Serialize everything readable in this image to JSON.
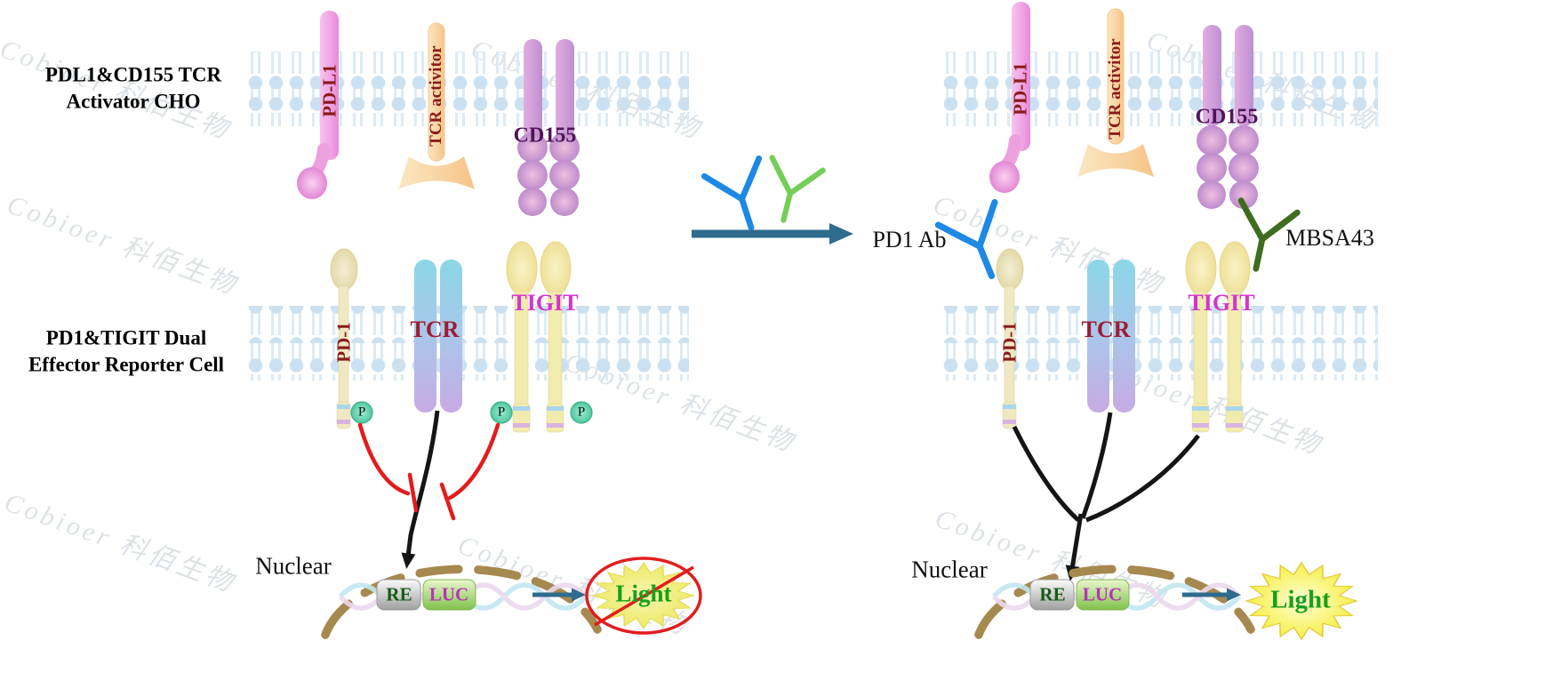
{
  "watermark": {
    "text": "Cobioer  科佰生物"
  },
  "panels": {
    "left": {
      "activator_cell_title": [
        "PDL1&CD155 TCR",
        "Activator CHO"
      ],
      "reporter_cell_title": [
        "PD1&TIGIT Dual",
        "Effector Reporter Cell"
      ],
      "outcome": "Light",
      "outcome_state": "blocked"
    },
    "right": {
      "outcome": "Light",
      "outcome_state": "active"
    }
  },
  "proteins": {
    "pdl1": "PD-L1",
    "tcr_activator": "TCR activitor",
    "cd155": "CD155",
    "pd1": "PD-1",
    "tcr": "TCR",
    "tigit": "TIGIT"
  },
  "antibodies": {
    "pd1_ab": "PD1 Ab",
    "mbsa43": "MBSA43"
  },
  "phosphorylation": "P",
  "nucleus": {
    "label": "Nuclear",
    "re": "RE",
    "luc": "LUC"
  },
  "colors": {
    "inhibition_red": "#e31c1c",
    "signal_black": "#151515",
    "arrow_teal": "#2e6b8c",
    "light_text_green": "#18a018",
    "pd1_ab_blue": "#1e88e5",
    "isotype_ab_green": "#74ce58",
    "mbsa43_dark_green": "#3f6d1f",
    "membrane_blue": "#cbe1f1",
    "nuclear_membrane_tan": "#a6894e"
  }
}
